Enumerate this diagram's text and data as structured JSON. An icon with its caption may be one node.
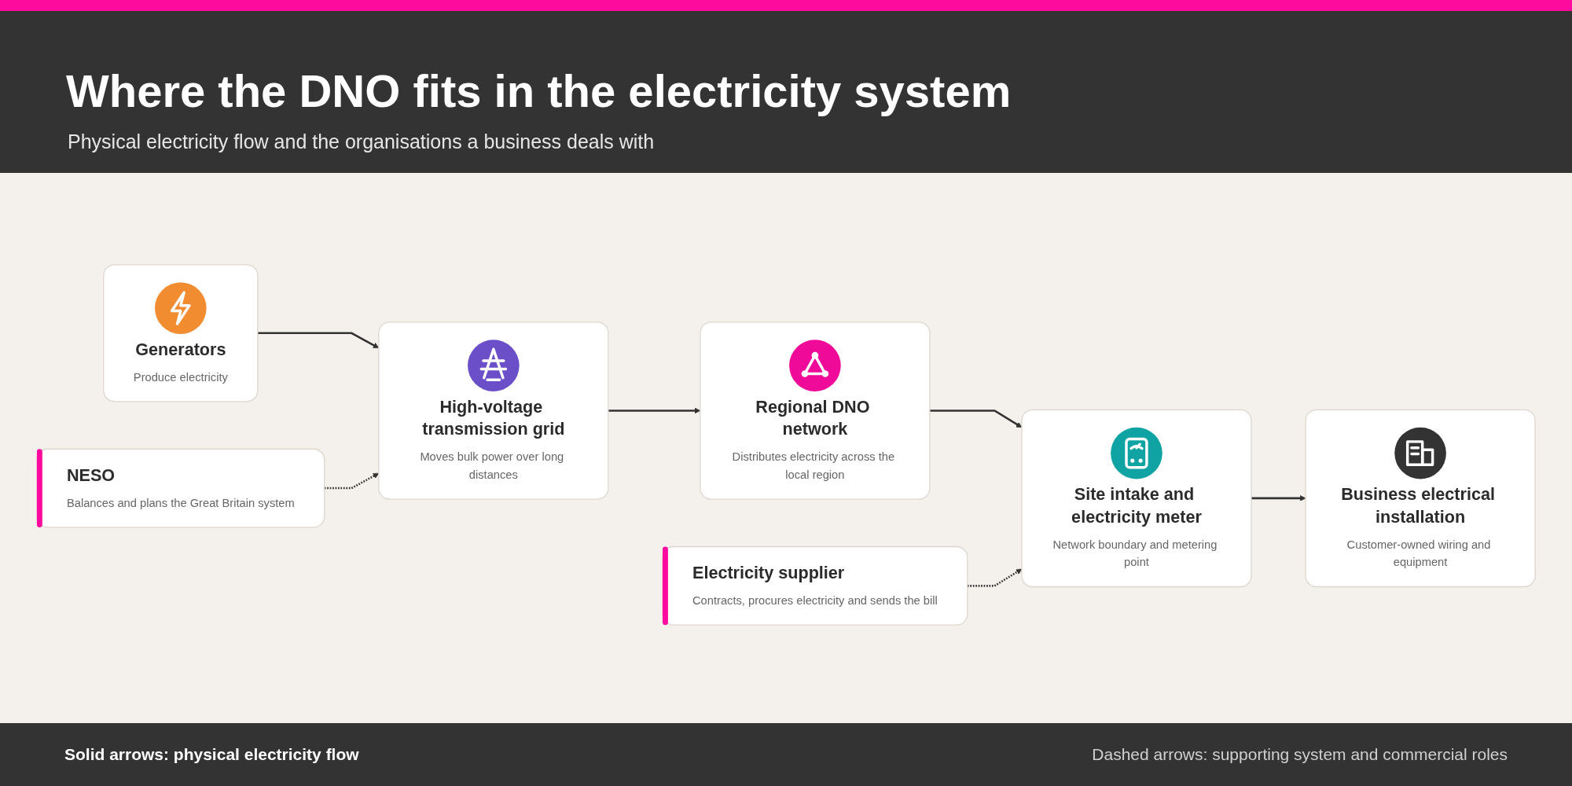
{
  "diagram": {
    "title": "Where the DNO fits in the electricity system",
    "caption": "Physical electricity flow and the organisations a business deals with",
    "nodes": [
      {
        "text": [
          "Generators",
          "Produce electricity"
        ]
      },
      {
        "text": [
          "High-voltage transmission grid",
          "Moves bulk power over long distances"
        ]
      },
      {
        "text": [
          "Regional DNO network",
          "Distributes electricity across the local region"
        ]
      },
      {
        "text": [
          "Site intake and electricity meter",
          "Network boundary and metering point"
        ]
      },
      {
        "text": [
          "Business electrical installation",
          "Customer-owned wiring and equipment"
        ]
      },
      {
        "text": [
          "NESO",
          "Balances and plans the Great Britain system"
        ]
      },
      {
        "text": [
          "Electricity supplier",
          "Contracts, procures electricity and sends the bill"
        ]
      }
    ],
    "edges": [
      {
        "from": 0,
        "to": 1,
        "arrow": "to"
      },
      {
        "from": 1,
        "to": 2,
        "arrow": "to"
      },
      {
        "from": 2,
        "to": 3,
        "arrow": "to"
      },
      {
        "from": 3,
        "to": 4,
        "arrow": "to"
      },
      {
        "from": 5,
        "to": 1,
        "arrow": "to",
        "style": "dashed"
      },
      {
        "from": 6,
        "to": 3,
        "arrow": "to",
        "style": "dashed"
      }
    ],
    "labels": [
      "Solid arrows: physical electricity flow",
      "Dashed arrows: supporting system and commercial roles"
    ]
  }
}
